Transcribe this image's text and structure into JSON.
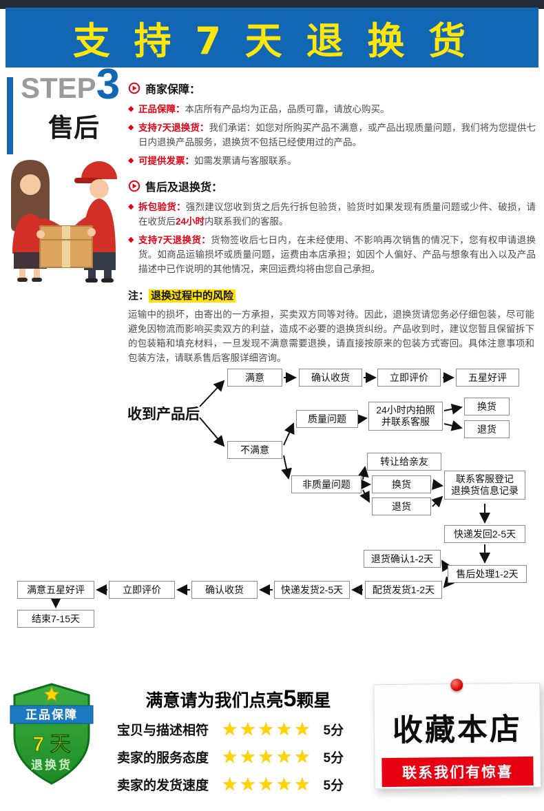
{
  "banner": {
    "title": "支 持 7 天 退 换 货"
  },
  "step": {
    "label": "STEP",
    "number": "3",
    "name": "售后"
  },
  "sections": {
    "guarantee": {
      "title": "商家保障：",
      "items": [
        {
          "label": "正品保障：",
          "text": "本店所有产品均为正品，品质可靠，请放心购买。"
        },
        {
          "label": "支持7天退换货：",
          "text": "我们承诺：如您对所购买产品不满意，或产品出现质量问题，我们将为您提供七日内退换产品服务，退换货不包括已经使用过的产品。"
        },
        {
          "label": "可提供发票：",
          "text": "如需发票请与客服联系。"
        }
      ]
    },
    "aftersale": {
      "title": "售后及退换货：",
      "items": [
        {
          "label": "拆包验货：",
          "text_before": "强烈建议您收到货之后先行拆包验货，验货时如果发现有质量问题或少件、破损，请在收货后",
          "highlight": "24小时",
          "text_after": "内联系我们的客服。"
        },
        {
          "label": "支持7天退换货：",
          "text": "货物签收后七日内，在未经使用、不影响再次销售的情况下，您有权申请退换货。如商品运输损坏或质量问题，运费由本店承担；如因个人偏好、产品与想象有出入以及产品描述中已作说明的其他情况，来回运费均将由您自己承担。"
        }
      ]
    },
    "note": {
      "prefix": "注：",
      "highlight": "退换过程中的风险",
      "body": "运输中的损坏，由寄出的一方承担，买卖双方同等对待。因此，退换货请您务必仔细包装，尽可能避免因物流而影响买卖双方的利益，造成不必要的退换货纠纷。产品收到时，建议您暂且保留拆下的包装箱和填充材料，一旦发现不满意需要退换，请直接按原来的包装方式寄回。具体注意事项和包装方法，请联系售后客服详细咨询。"
    }
  },
  "flowchart": {
    "start": "收到产品后",
    "nodes": {
      "satisfied": "满意",
      "confirm1": "确认收货",
      "review1": "立即评价",
      "fivestar": "五星好评",
      "quality": "质量问题",
      "photo_l1": "24小时内拍照",
      "photo_l2": "并联系客服",
      "exchange1": "换货",
      "return1": "退货",
      "unsatisfied": "不满意",
      "transfer": "转让给亲友",
      "nonquality": "非质量问题",
      "exchange2": "换货",
      "return2": "退货",
      "contact_l1": "联系客服登记",
      "contact_l2": "退换货信息记录",
      "express_back": "快递发回2-5天",
      "return_confirm": "退货确认1-2天",
      "aftersale_process": "售后处理1-2天",
      "dispatch": "配货发货1-2天",
      "express_send": "快递发货2-5天",
      "confirm2": "确认收货",
      "review2": "立即评价",
      "satisfied_fivestar": "满意五星好评",
      "end": "结束7-15天"
    }
  },
  "footer": {
    "badge": {
      "ribbon": "正品保障",
      "big": "7 天",
      "small": "退换货"
    },
    "rating": {
      "title_pre": "满意请为我们点亮",
      "title_num": "5",
      "title_post": "颗星",
      "rows": [
        {
          "label": "宝贝与描述相符",
          "stars": "★★★★★",
          "score": "5分"
        },
        {
          "label": "卖家的服务态度",
          "stars": "★★★★★",
          "score": "5分"
        },
        {
          "label": "卖家的发货速度",
          "stars": "★★★★★",
          "score": "5分"
        }
      ]
    },
    "collect": {
      "title": "收藏本店",
      "subtitle": "联系我们有惊喜"
    }
  },
  "colors": {
    "accent_red": "#e60012",
    "banner_blue": "#1267b5",
    "banner_yellow": "#ffe60a",
    "top_strip_dark": "#242a36",
    "highlight_yellow": "#ffe100",
    "star_gold": "#ffd400",
    "shield_green": "#2f9d33",
    "ribbon_blue": "#1b7ac2"
  }
}
